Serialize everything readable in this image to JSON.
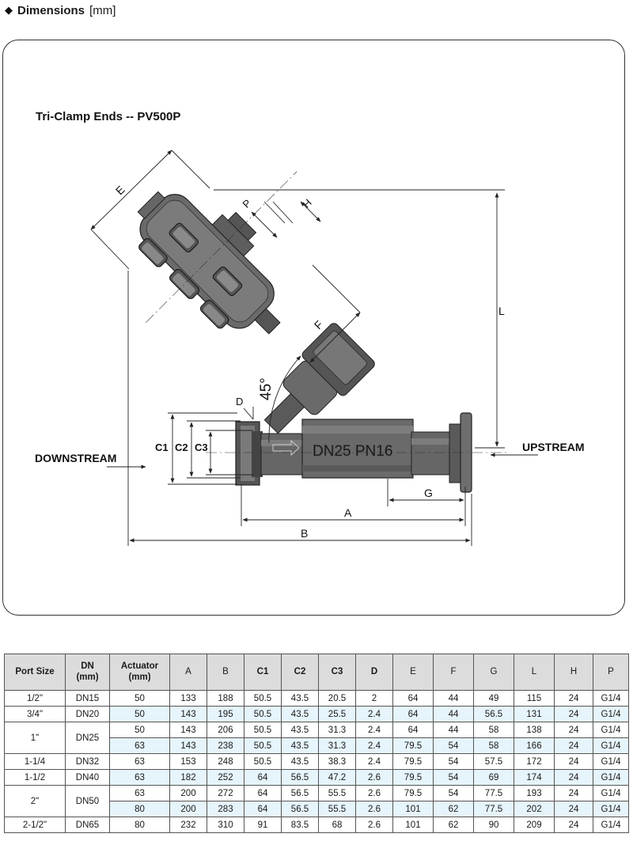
{
  "header": {
    "symbol": "◆",
    "title": "Dimensions",
    "unit": "[mm]"
  },
  "diagram": {
    "title": "Tri-Clamp Ends -- PV500P",
    "labels": {
      "E": "E",
      "P": "P",
      "H": "H",
      "F": "F",
      "L": "L",
      "angle": "45°",
      "D": "D",
      "C1": "C1",
      "C2": "C2",
      "C3": "C3",
      "G": "G",
      "A": "A",
      "B": "B",
      "downstream": "DOWNSTREAM",
      "upstream": "UPSTREAM",
      "body_marking": "DN25 PN16"
    }
  },
  "table": {
    "headers": [
      {
        "key": "port",
        "text": "Port Size",
        "bold": true
      },
      {
        "key": "dn",
        "text": "DN\n(mm)",
        "bold": true
      },
      {
        "key": "act",
        "text": "Actuator\n(mm)",
        "bold": true
      },
      {
        "key": "A",
        "text": "A",
        "bold": false
      },
      {
        "key": "B",
        "text": "B",
        "bold": false
      },
      {
        "key": "C1",
        "text": "C1",
        "bold": true
      },
      {
        "key": "C2",
        "text": "C2",
        "bold": true
      },
      {
        "key": "C3",
        "text": "C3",
        "bold": true
      },
      {
        "key": "D",
        "text": "D",
        "bold": true
      },
      {
        "key": "E",
        "text": "E",
        "bold": false
      },
      {
        "key": "F",
        "text": "F",
        "bold": false
      },
      {
        "key": "G",
        "text": "G",
        "bold": false
      },
      {
        "key": "L",
        "text": "L",
        "bold": false
      },
      {
        "key": "H",
        "text": "H",
        "bold": false
      },
      {
        "key": "P",
        "text": "P",
        "bold": false
      }
    ],
    "groups": [
      {
        "port": "1/2\"",
        "dn": "DN15",
        "rows": [
          [
            "50",
            "133",
            "188",
            "50.5",
            "43.5",
            "20.5",
            "2",
            "64",
            "44",
            "49",
            "115",
            "24",
            "G1/4"
          ]
        ]
      },
      {
        "port": "3/4\"",
        "dn": "DN20",
        "rows": [
          [
            "50",
            "143",
            "195",
            "50.5",
            "43.5",
            "25.5",
            "2.4",
            "64",
            "44",
            "56.5",
            "131",
            "24",
            "G1/4"
          ]
        ]
      },
      {
        "port": "1\"",
        "dn": "DN25",
        "rows": [
          [
            "50",
            "143",
            "206",
            "50.5",
            "43.5",
            "31.3",
            "2.4",
            "64",
            "44",
            "58",
            "138",
            "24",
            "G1/4"
          ],
          [
            "63",
            "143",
            "238",
            "50.5",
            "43.5",
            "31.3",
            "2.4",
            "79.5",
            "54",
            "58",
            "166",
            "24",
            "G1/4"
          ]
        ]
      },
      {
        "port": "1-1/4",
        "dn": "DN32",
        "rows": [
          [
            "63",
            "153",
            "248",
            "50.5",
            "43.5",
            "38.3",
            "2.4",
            "79.5",
            "54",
            "57.5",
            "172",
            "24",
            "G1/4"
          ]
        ]
      },
      {
        "port": "1-1/2",
        "dn": "DN40",
        "rows": [
          [
            "63",
            "182",
            "252",
            "64",
            "56.5",
            "47.2",
            "2.6",
            "79.5",
            "54",
            "69",
            "174",
            "24",
            "G1/4"
          ]
        ]
      },
      {
        "port": "2\"",
        "dn": "DN50",
        "rows": [
          [
            "63",
            "200",
            "272",
            "64",
            "56.5",
            "55.5",
            "2.6",
            "79.5",
            "54",
            "77.5",
            "193",
            "24",
            "G1/4"
          ],
          [
            "80",
            "200",
            "283",
            "64",
            "56.5",
            "55.5",
            "2.6",
            "101",
            "62",
            "77.5",
            "202",
            "24",
            "G1/4"
          ]
        ]
      },
      {
        "port": "2-1/2\"",
        "dn": "DN65",
        "rows": [
          [
            "80",
            "232",
            "310",
            "91",
            "83.5",
            "68",
            "2.6",
            "101",
            "62",
            "90",
            "209",
            "24",
            "G1/4"
          ]
        ]
      }
    ]
  }
}
